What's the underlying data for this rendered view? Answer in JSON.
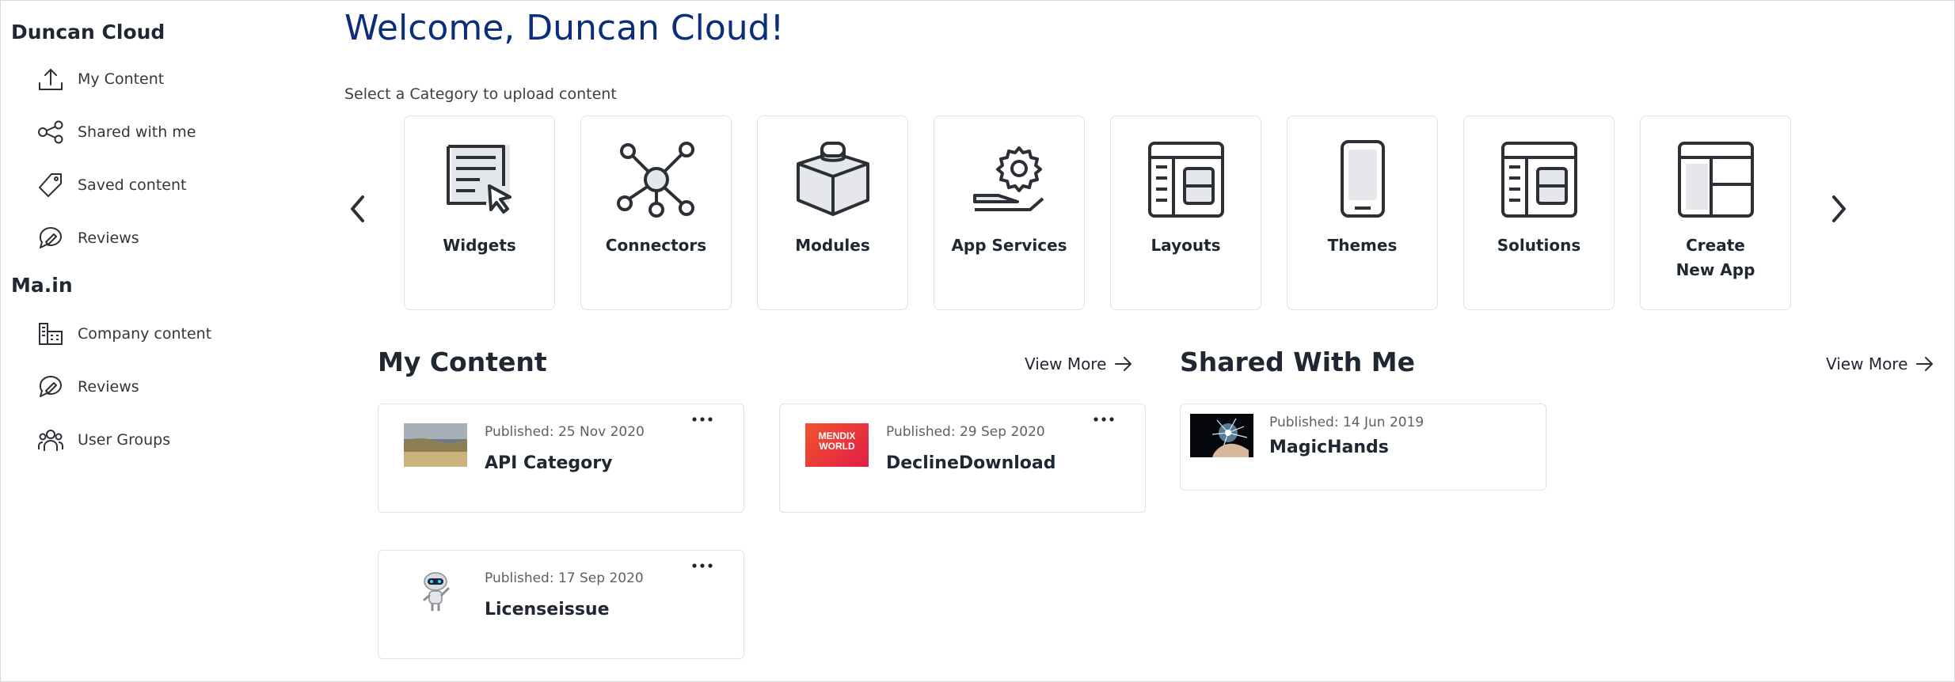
{
  "sidebar": {
    "sections": [
      {
        "title": "Duncan Cloud",
        "items": [
          {
            "label": "My Content",
            "icon": "upload-icon"
          },
          {
            "label": "Shared with me",
            "icon": "share-icon"
          },
          {
            "label": "Saved content",
            "icon": "bookmark-tag-icon"
          },
          {
            "label": "Reviews",
            "icon": "review-bubble-icon"
          }
        ]
      },
      {
        "title": "Ma.in",
        "items": [
          {
            "label": "Company content",
            "icon": "company-icon"
          },
          {
            "label": "Reviews",
            "icon": "review-bubble-icon"
          },
          {
            "label": "User Groups",
            "icon": "user-groups-icon"
          }
        ]
      }
    ]
  },
  "main": {
    "welcome": "Welcome, Duncan Cloud!",
    "select_category": "Select a Category to upload content",
    "categories": [
      {
        "label": "Widgets",
        "icon": "widgets-icon"
      },
      {
        "label": "Connectors",
        "icon": "connectors-icon"
      },
      {
        "label": "Modules",
        "icon": "modules-icon"
      },
      {
        "label": "App Services",
        "icon": "app-services-icon"
      },
      {
        "label": "Layouts",
        "icon": "layouts-icon"
      },
      {
        "label": "Themes",
        "icon": "themes-icon"
      },
      {
        "label": "Solutions",
        "icon": "solutions-icon"
      },
      {
        "label": "Create New App",
        "icon": "create-app-icon"
      }
    ],
    "my_content": {
      "title": "My Content",
      "view_more": "View More",
      "items": [
        {
          "published": "Published: 25 Nov 2020",
          "title": "API Category"
        },
        {
          "published": "Published: 29 Sep 2020",
          "title": "DeclineDownload",
          "thumb_text_1": "MENDIX",
          "thumb_text_2": "WORLD"
        },
        {
          "published": "Published: 17 Sep 2020",
          "title": "Licenseissue"
        }
      ]
    },
    "shared_with_me": {
      "title": "Shared With Me",
      "view_more": "View More",
      "items": [
        {
          "published": "Published: 14 Jun 2019",
          "title": "MagicHands"
        }
      ]
    }
  },
  "colors": {
    "welcome": "#0b2e7a",
    "border": "#dfe1e5",
    "text": "#1f2733",
    "icon_fill": "#e6e7ea"
  }
}
